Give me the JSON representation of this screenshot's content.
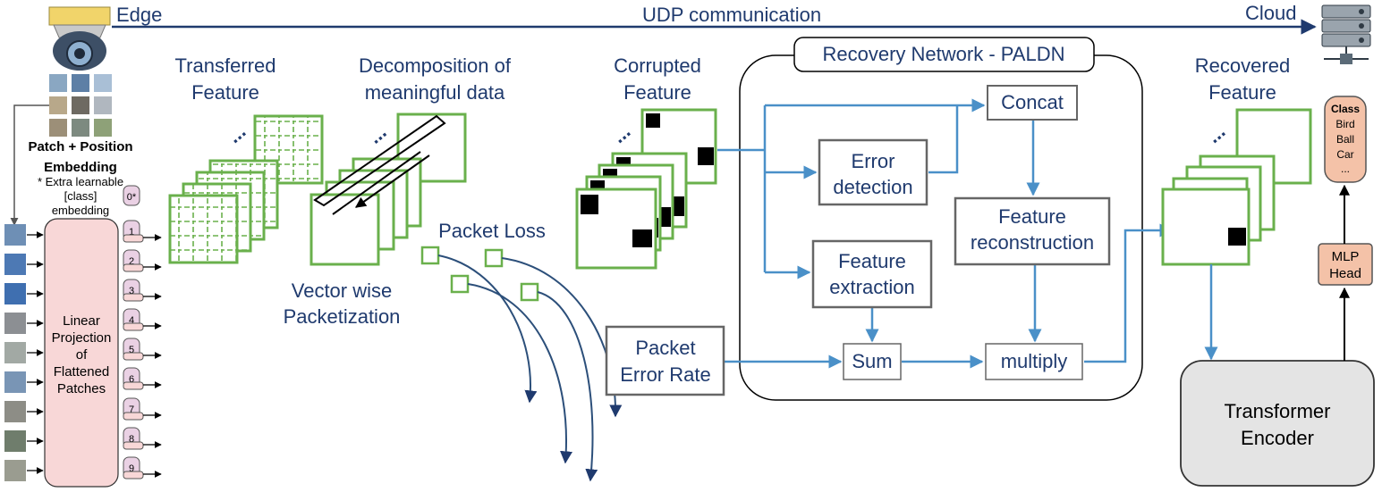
{
  "header": {
    "edge": "Edge",
    "comm": "UDP communication",
    "cloud": "Cloud"
  },
  "left": {
    "patch_line1": "Patch + Position",
    "patch_line2": "Embedding",
    "extra_line1": "* Extra learnable",
    "extra_line2": "[class]",
    "extra_line3": "embedding",
    "linear": [
      "Linear",
      "Projection",
      "of",
      "Flattened",
      "Patches"
    ],
    "tokens": [
      "0*",
      "1",
      "2",
      "3",
      "4",
      "5",
      "6",
      "7",
      "8",
      "9"
    ]
  },
  "labels": {
    "transferred_1": "Transferred",
    "transferred_2": "Feature",
    "decomp_1": "Decomposition of",
    "decomp_2": "meaningful data",
    "vector_1": "Vector wise",
    "vector_2": "Packetization",
    "packet_loss": "Packet Loss",
    "corrupted_1": "Corrupted",
    "corrupted_2": "Feature",
    "per_1": "Packet",
    "per_2": "Error Rate",
    "recovered_1": "Recovered",
    "recovered_2": "Feature"
  },
  "recovery": {
    "title": "Recovery Network - PALDN",
    "concat": "Concat",
    "error_1": "Error",
    "error_2": "detection",
    "recon_1": "Feature",
    "recon_2": "reconstruction",
    "extract_1": "Feature",
    "extract_2": "extraction",
    "sum": "Sum",
    "multiply": "multiply"
  },
  "right": {
    "class_title": "Class",
    "classes": [
      "Bird",
      "Ball",
      "Car",
      "..."
    ],
    "mlp_1": "MLP",
    "mlp_2": "Head",
    "transformer_1": "Transformer",
    "transformer_2": "Encoder"
  },
  "colors": {
    "navy": "#1f3a6e",
    "green": "#6ab04c",
    "arrow_blue": "#4a90c8",
    "pink": "#f8d7d7",
    "peach": "#f4c2a8",
    "token": "#ead1e4",
    "gray": "#e4e4e4"
  },
  "icons": [
    "camera-icon",
    "server-icon",
    "patch-image-icon"
  ]
}
